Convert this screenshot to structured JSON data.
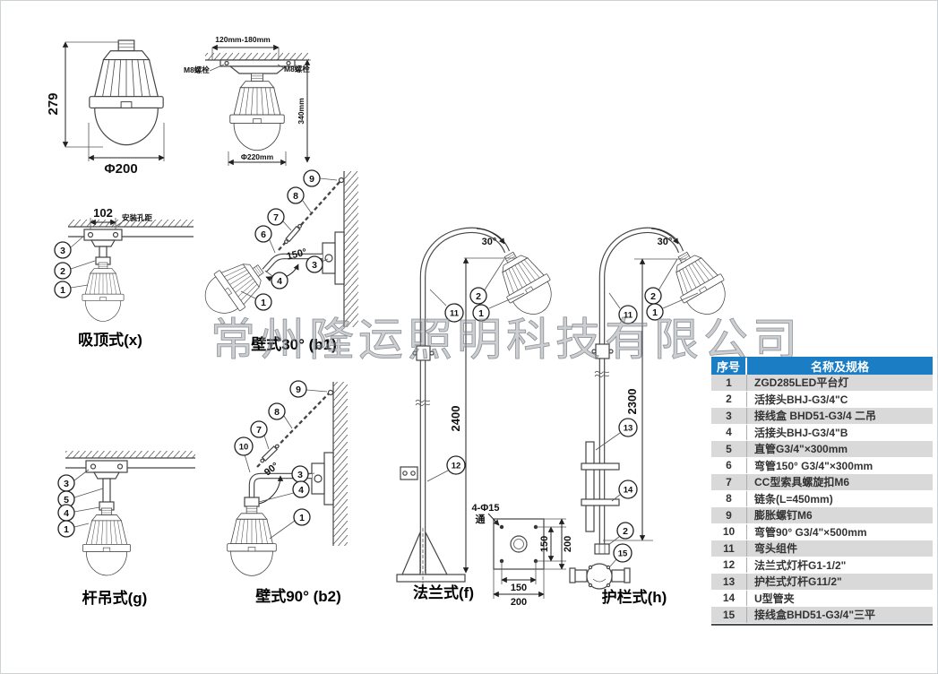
{
  "watermark": "常州隆运照明科技有限公司",
  "diagrams": {
    "front_view": {
      "height_dim": "279",
      "diameter_dim": "Φ200"
    },
    "ceiling_view": {
      "span_dim": "120mm-180mm",
      "bolt_left": "M8螺栓",
      "bolt_right": "M8螺栓",
      "height_dim": "340mm",
      "diameter_dim": "Φ220mm"
    },
    "xiding": {
      "label": "吸顶式(x)",
      "hole_span": "102",
      "hole_note": "安装孔距",
      "callouts": [
        "3",
        "2",
        "1"
      ]
    },
    "bishi30": {
      "label": "壁式30° (b1)",
      "angle": "150°",
      "callouts": [
        "9",
        "8",
        "7",
        "6",
        "4",
        "3",
        "1"
      ]
    },
    "gandiao": {
      "label": "杆吊式(g)",
      "callouts": [
        "3",
        "5",
        "4",
        "1"
      ]
    },
    "bishi90": {
      "label": "壁式90° (b2)",
      "angle": "90°",
      "callouts": [
        "9",
        "8",
        "7",
        "10",
        "3",
        "4",
        "1"
      ]
    },
    "falan": {
      "label": "法兰式(f)",
      "angle": "30°",
      "height_dim": "2400",
      "callouts": [
        "11",
        "2",
        "1",
        "12"
      ],
      "flange": {
        "holes_label": "4-Φ15",
        "through": "通",
        "dim_150": "150",
        "dim_200": "200"
      }
    },
    "hulan": {
      "label": "护栏式(h)",
      "angle": "30°",
      "height_dim": "2300",
      "callouts": [
        "11",
        "2",
        "1",
        "13",
        "14",
        "2",
        "15"
      ]
    }
  },
  "table": {
    "headers": [
      "序号",
      "名称及规格"
    ],
    "rows": [
      [
        "1",
        "ZGD285LED平台灯"
      ],
      [
        "2",
        "活接头BHJ-G3/4\"C"
      ],
      [
        "3",
        "接线盒 BHD51-G3/4 二吊"
      ],
      [
        "4",
        "活接头BHJ-G3/4\"B"
      ],
      [
        "5",
        "直管G3/4\"×300mm"
      ],
      [
        "6",
        "弯管150° G3/4\"×300mm"
      ],
      [
        "7",
        "CC型索具螺旋扣M6"
      ],
      [
        "8",
        "链条(L=450mm)"
      ],
      [
        "9",
        "膨胀螺钉M6"
      ],
      [
        "10",
        "弯管90° G3/4\"×500mm"
      ],
      [
        "11",
        "弯头组件"
      ],
      [
        "12",
        "法兰式灯杆G1-1/2\""
      ],
      [
        "13",
        "护栏式灯杆G11/2\""
      ],
      [
        "14",
        "U型管夹"
      ],
      [
        "15",
        "接线盒BHD51-G3/4\"三平"
      ]
    ],
    "colors": {
      "header_bg": "#1b7dc3",
      "header_text": "#ffffff",
      "row_alt_bg": "#d9d9d9",
      "row_text": "#333333"
    }
  }
}
